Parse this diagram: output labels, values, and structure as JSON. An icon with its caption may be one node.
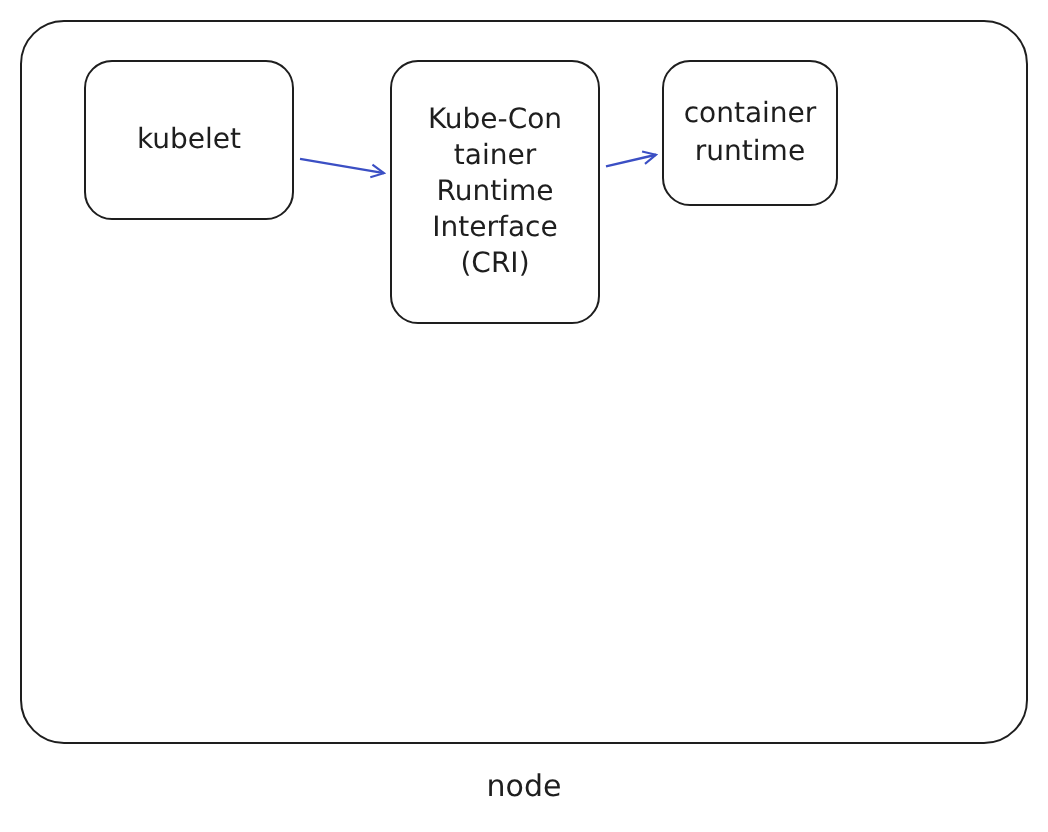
{
  "diagram": {
    "nodes": [
      {
        "text": [
          "node"
        ]
      },
      {
        "text": [
          "kubelet"
        ],
        "in": 0
      },
      {
        "text": [
          "Kube-Con tainer Runtime Interface (CRI)"
        ],
        "in": 0
      },
      {
        "text": [
          "container runtime"
        ],
        "in": 0
      }
    ],
    "edges": [
      {
        "from": 1,
        "to": 2,
        "arrow": "to",
        "color": "#3b4fc4"
      },
      {
        "from": 2,
        "to": 3,
        "arrow": "to",
        "color": "#3b4fc4"
      }
    ]
  }
}
